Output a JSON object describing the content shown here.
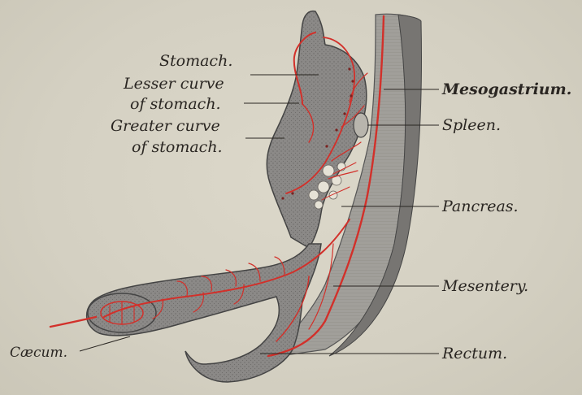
{
  "labels": {
    "stomach": "Stomach.",
    "lesser_curve_1": "Lesser curve",
    "lesser_curve_2": "of stomach.",
    "greater_curve_1": "Greater curve",
    "greater_curve_2": "of stomach.",
    "mesogastrium": "Mesogastrium.",
    "spleen": "Spleen.",
    "pancreas": "Pancreas.",
    "mesentery": "Mesentery.",
    "caecum": "Cæcum.",
    "rectum": "Rectum."
  },
  "colors": {
    "background": "#d6d2c4",
    "organ_fill": "#8a8886",
    "organ_dark": "#5f5d5b",
    "mesentery_fill": "#a9a7a2",
    "vessel_red": "#d2302a",
    "leader_line": "#2a2622"
  }
}
